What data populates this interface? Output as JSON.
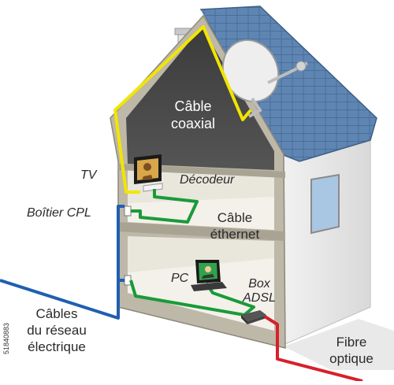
{
  "labels": {
    "cable_coaxial": [
      "Câble",
      "coaxial"
    ],
    "tv": "TV",
    "decodeur": "Décodeur",
    "boitier_cpl": "Boîtier CPL",
    "cable_ethernet": [
      "Câble",
      "éthernet"
    ],
    "pc": "PC",
    "box_adsl": [
      "Box",
      "ADSL"
    ],
    "cables_reseau": [
      "Câbles",
      "du réseau",
      "électrique"
    ],
    "fibre_optique": [
      "Fibre",
      "optique"
    ],
    "stock_id": "51840883"
  },
  "colors": {
    "coax": "#f2e500",
    "ethernet": "#1a9a3a",
    "electric": "#1f5fb0",
    "fiber": "#d8202a",
    "roof": "#5f86b3",
    "wall": "#e6e2d6",
    "wall_cut": "#bdb8a8"
  }
}
